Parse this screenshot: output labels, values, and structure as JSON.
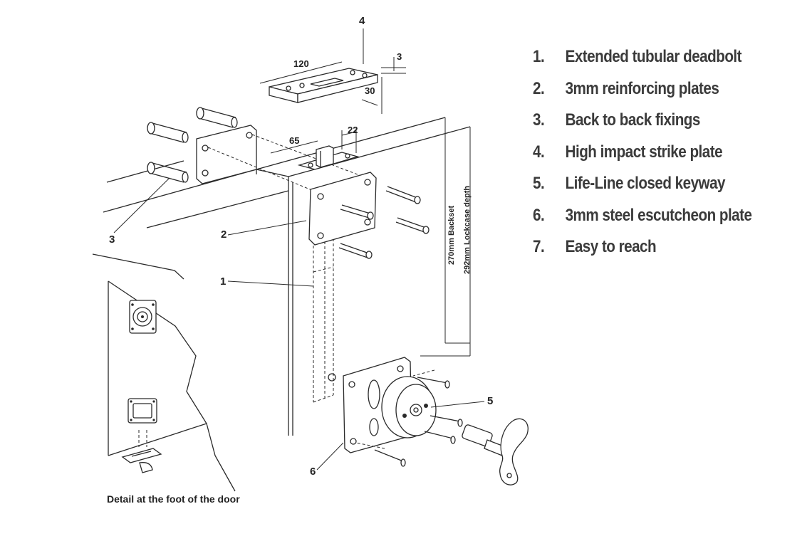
{
  "legend": [
    {
      "num": "1.",
      "text": "Extended tubular deadbolt"
    },
    {
      "num": "2.",
      "text": "3mm reinforcing plates"
    },
    {
      "num": "3.",
      "text": "Back to back fixings"
    },
    {
      "num": "4.",
      "text": "High impact strike plate"
    },
    {
      "num": "5.",
      "text": "Life-Line closed keyway"
    },
    {
      "num": "6.",
      "text": "3mm steel escutcheon plate"
    },
    {
      "num": "7.",
      "text": "Easy to reach"
    }
  ],
  "callouts": {
    "c1": "1",
    "c2": "2",
    "c3": "3",
    "c4": "4",
    "c5": "5",
    "c6": "6"
  },
  "dimensions": {
    "strike_length": "120",
    "strike_thickness": "3",
    "strike_offset": "30",
    "bolt_offset": "65",
    "bolt_width": "22",
    "backset": "270mm Backset",
    "lockcase_depth": "292mm Lockcase depth"
  },
  "caption": "Detail at the foot of the door"
}
